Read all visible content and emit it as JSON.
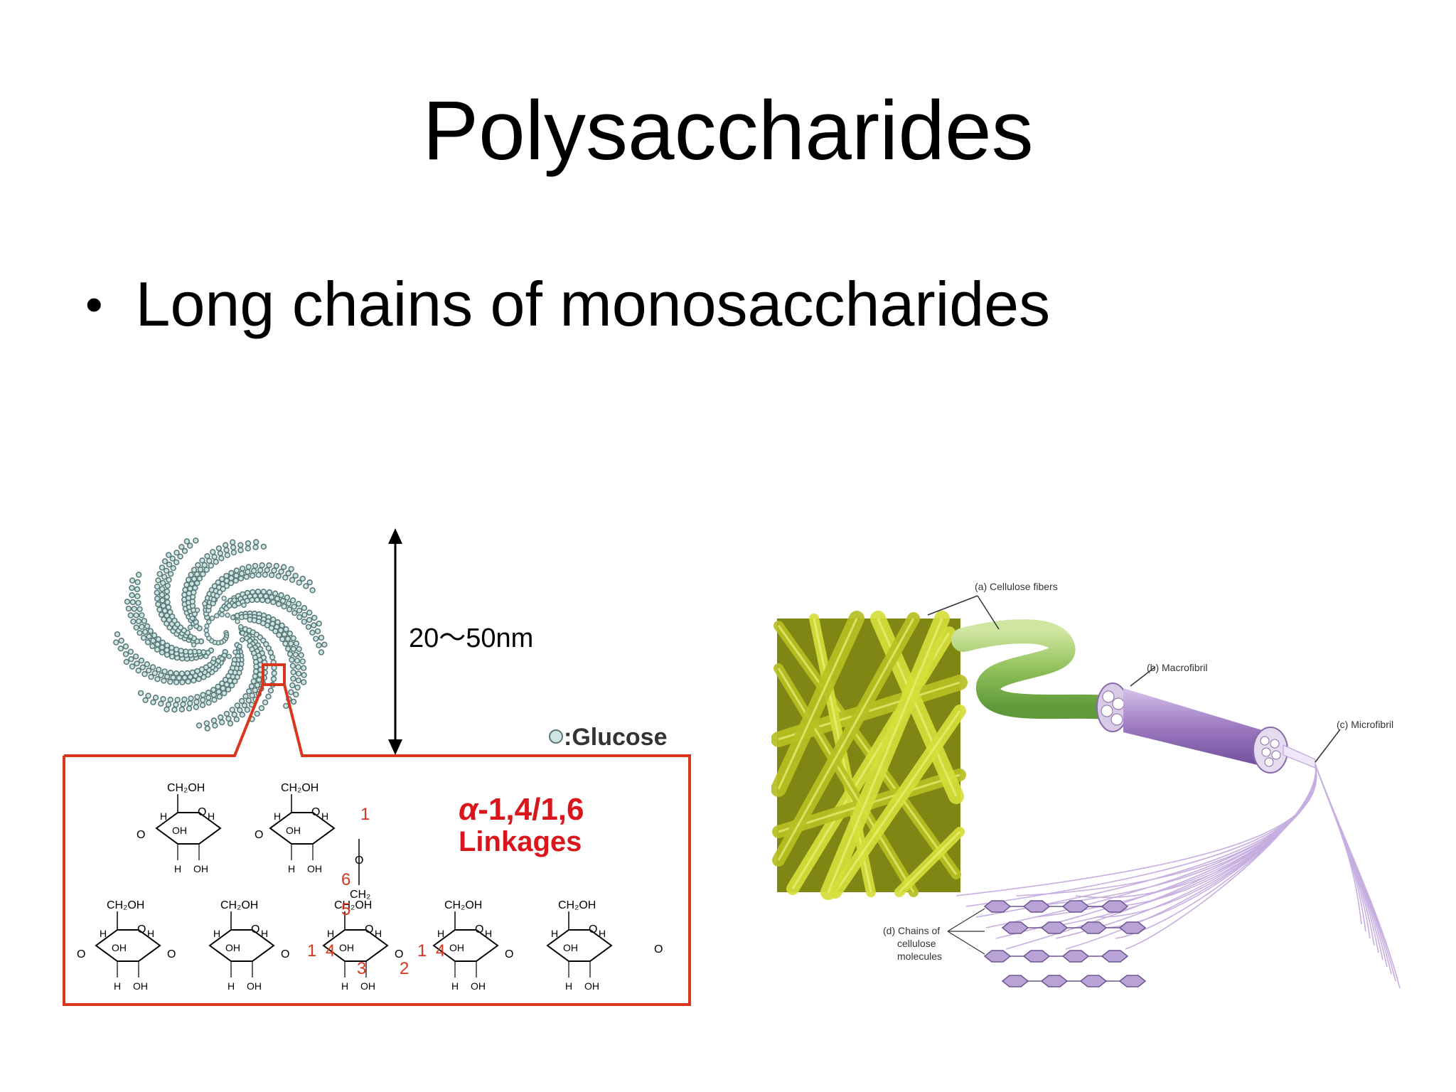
{
  "slide": {
    "title": "Polysaccharides",
    "bullet": "Long chains of monosaccharides"
  },
  "left_figure": {
    "size_label": "20～50nm",
    "glucose_legend": ":Glucose",
    "linkage_alpha": "α",
    "linkage_numbers": "-1,4/1,6",
    "linkage_word": "Linkages",
    "ch2oh": "CH₂OH",
    "ch2": "CH₂",
    "h": "H",
    "oh": "OH",
    "o": "O",
    "carbon_numbers": [
      "1",
      "6",
      "5",
      "1",
      "4",
      "3",
      "2",
      "1",
      "4"
    ],
    "colors": {
      "frame": "#d9361c",
      "linkage_text": "#d9161c",
      "bead": "#5a7a78"
    }
  },
  "right_figure": {
    "label_a": "(a) Cellulose fibers",
    "label_b": "(b) Macrofibril",
    "label_c": "(c) Microfibril",
    "label_d_line1": "(d) Chains of",
    "label_d_line2": "cellulose",
    "label_d_line3": "molecules",
    "colors": {
      "fiber": "#c9d22a",
      "macrofibril": "#9c78c0",
      "microfibril": "#b89ad8",
      "tube": "#8fc05a"
    }
  }
}
